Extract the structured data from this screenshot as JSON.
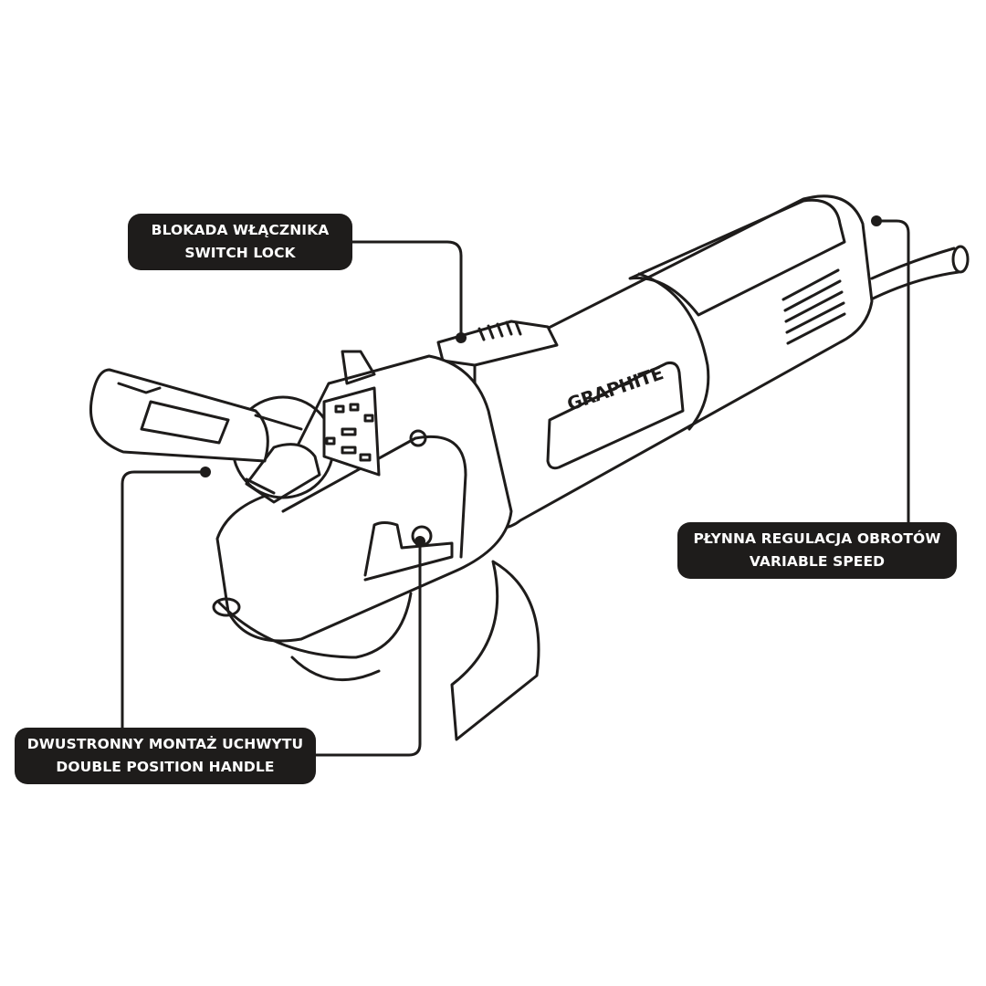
{
  "brand": "GRAPHITE",
  "callouts": [
    {
      "pl": "BLOKADA WŁĄCZNIKA",
      "en": "SWITCH LOCK"
    },
    {
      "pl": "PŁYNNA REGULACJA OBROTÓW",
      "en": "VARIABLE SPEED"
    },
    {
      "pl": "DWUSTRONNY MONTAŻ UCHWYTU",
      "en": "DOUBLE POSITION HANDLE"
    }
  ],
  "colors": {
    "label_bg": "#1e1c1b",
    "line": "#1e1c1b",
    "text": "#ffffff"
  }
}
